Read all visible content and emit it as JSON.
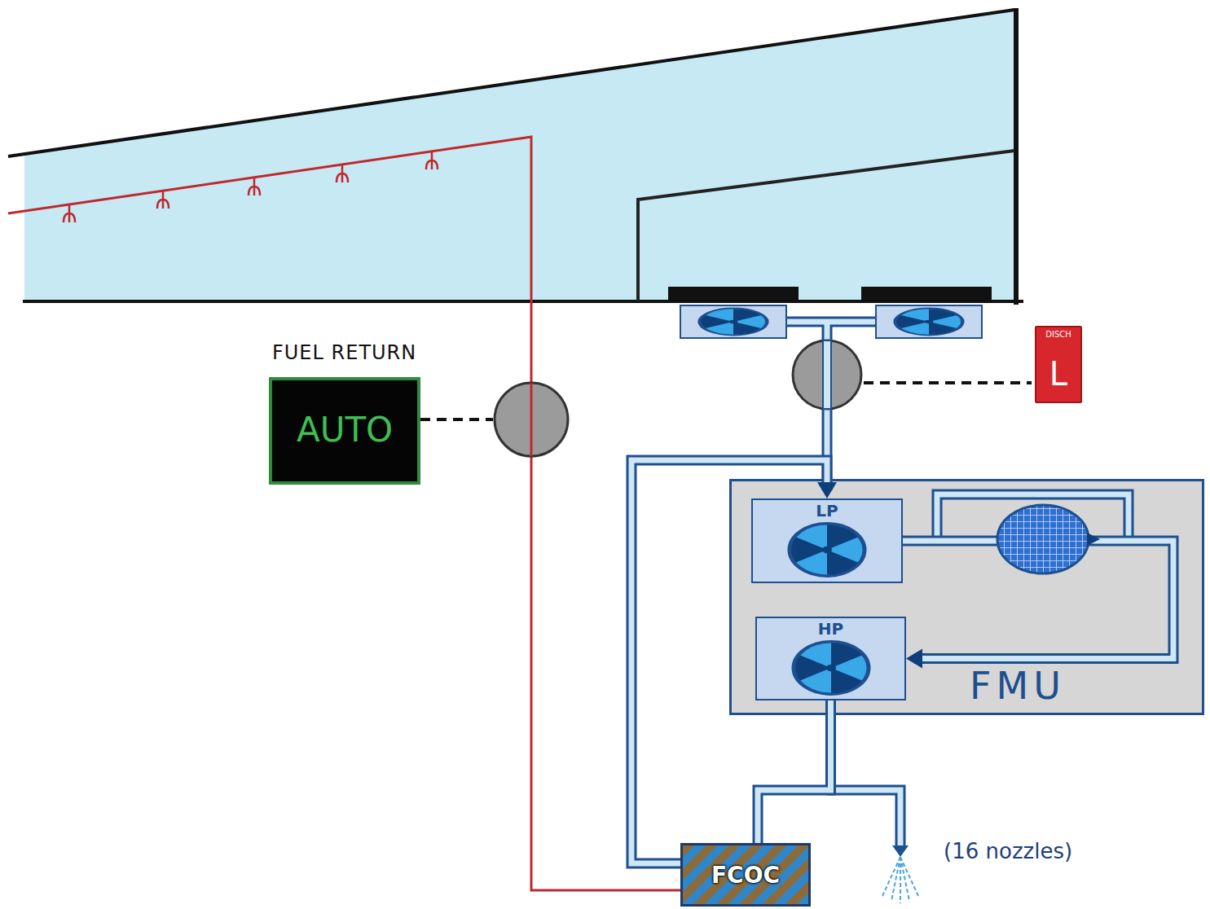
{
  "diagram": {
    "nodes": [
      {
        "text": [
          "FUEL RETURN",
          "AUTO"
        ]
      },
      {
        "text": [
          "DISCH",
          "L"
        ]
      },
      {
        "text": [
          "FMU"
        ]
      },
      {
        "text": [
          "LP"
        ],
        "in": 2
      },
      {
        "text": [
          "HP"
        ],
        "in": 2
      },
      {
        "text": [
          "FCOC"
        ]
      }
    ],
    "edges": [
      {
        "from": 3,
        "to": 4,
        "arrow": "to"
      },
      {
        "from": 4,
        "to": 5,
        "arrow": "none"
      },
      {
        "from": 5,
        "to": 3,
        "arrow": "to"
      }
    ],
    "labels": [
      "(16 nozzles)"
    ]
  }
}
